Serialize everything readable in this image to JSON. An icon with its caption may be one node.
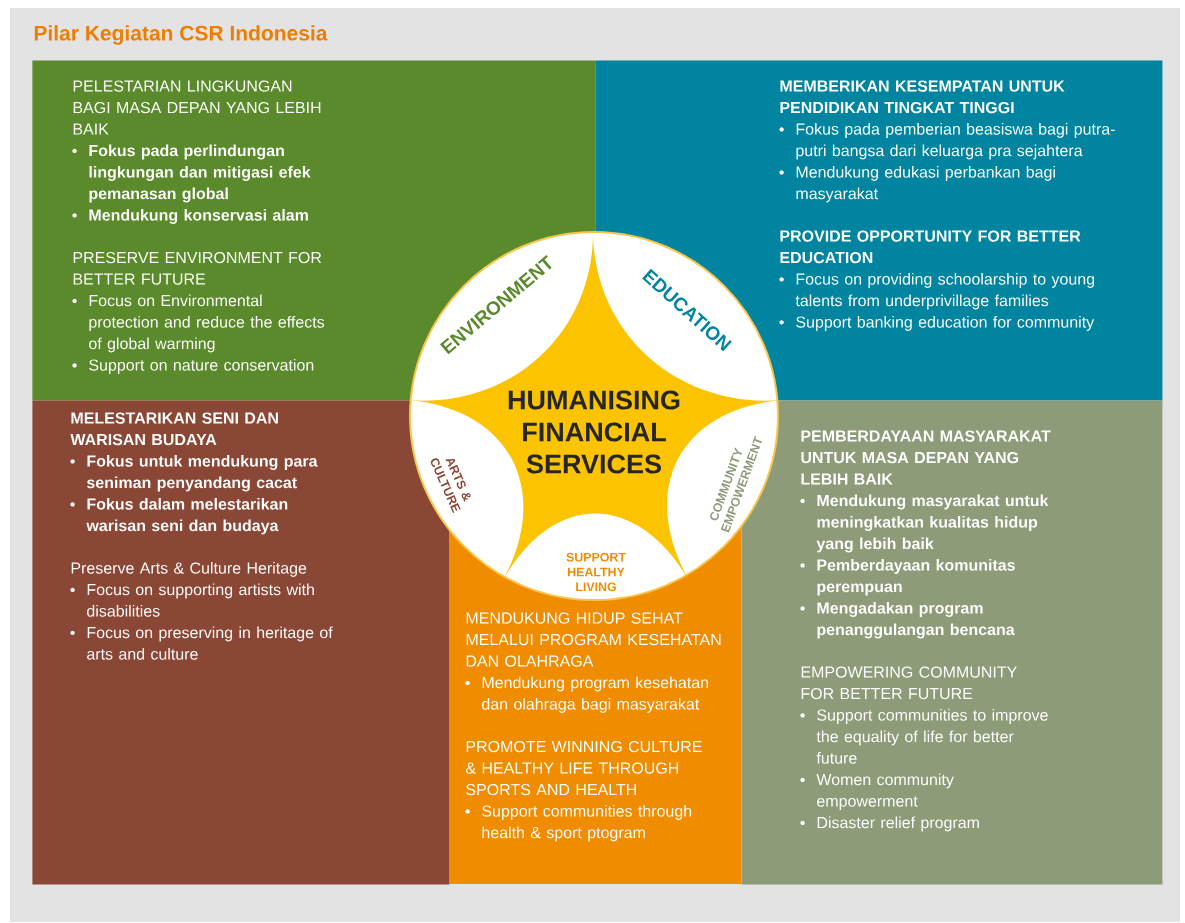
{
  "diagram": {
    "title": "Pilar Kegiatan CSR Indonesia",
    "nodes": [
      {
        "text": [
          "PELESTARIAN LINGKUNGAN BAGI MASA DEPAN YANG LEBIH BAIK",
          "Fokus pada perlindungan lingkungan dan mitigasi efek pemanasan global",
          "Mendukung konservasi alam",
          "PRESERVE ENVIRONMENT FOR BETTER FUTURE",
          "Focus on Environmental protection and reduce the effects of global warming",
          "Support on nature conservation"
        ]
      },
      {
        "text": [
          "MEMBERIKAN KESEMPATAN UNTUK PENDIDIKAN TINGKAT TINGGI",
          "Fokus pada pemberian beasiswa bagi putra-putri bangsa dari keluarga pra sejahtera",
          "Mendukung edukasi perbankan bagi masyarakat",
          "PROVIDE OPPORTUNITY FOR BETTER EDUCATION",
          "Focus on providing schoolarship to young talents from underprivillage families",
          "Support banking education for community"
        ]
      },
      {
        "text": [
          "HUMANISING FINANCIAL SERVICES"
        ]
      },
      {
        "text": [
          "ENVIRONMENT"
        ]
      },
      {
        "text": [
          "EDUCATION"
        ]
      },
      {
        "text": [
          "ARTS & CULTURE"
        ],
        "in": 2
      },
      {
        "text": [
          "COMMUNITY EMPOWERMENT"
        ],
        "in": 2
      },
      {
        "text": [
          "SUPPORT HEALTHY LIVING"
        ],
        "in": 2
      },
      {
        "text": [
          "MELESTARIKAN SENI DAN WARISAN BUDAYA",
          "Fokus untuk mendukung para seniman penyandang cacat",
          "Fokus dalam melestarikan warisan seni dan budaya",
          "Preserve Arts & Culture Heritage",
          "Focus on supporting artists with disabilities",
          "Focus on preserving in heritage of arts and culture"
        ]
      },
      {
        "text": [
          "MENDUKUNG HIDUP SEHAT MELALUI PROGRAM KESEHATAN DAN OLAHRAGA",
          "Mendukung program kesehatan dan olahraga bagi masyarakat",
          "PROMOTE WINNING CULTURE & HEALTHY LIFE THROUGH SPORTS AND HEALTH",
          "Support communities through health & sport ptogram"
        ]
      },
      {
        "text": [
          "PEMBERDAYAAN MASYARAKAT UNTUK MASA DEPAN YANG LEBIH BAIK",
          "Mendukung masyarakat untuk meningkatkan kualitas hidup yang lebih baik",
          "Pemberdayaan komunitas perempuan",
          "Mengadakan program penanggulangan bencana",
          "EMPOWERING COMMUNITY FOR BETTER FUTURE",
          "Support communities to improve the equality of life for better future",
          "Women community empowerment",
          "Disaster relief program"
        ]
      }
    ]
  }
}
